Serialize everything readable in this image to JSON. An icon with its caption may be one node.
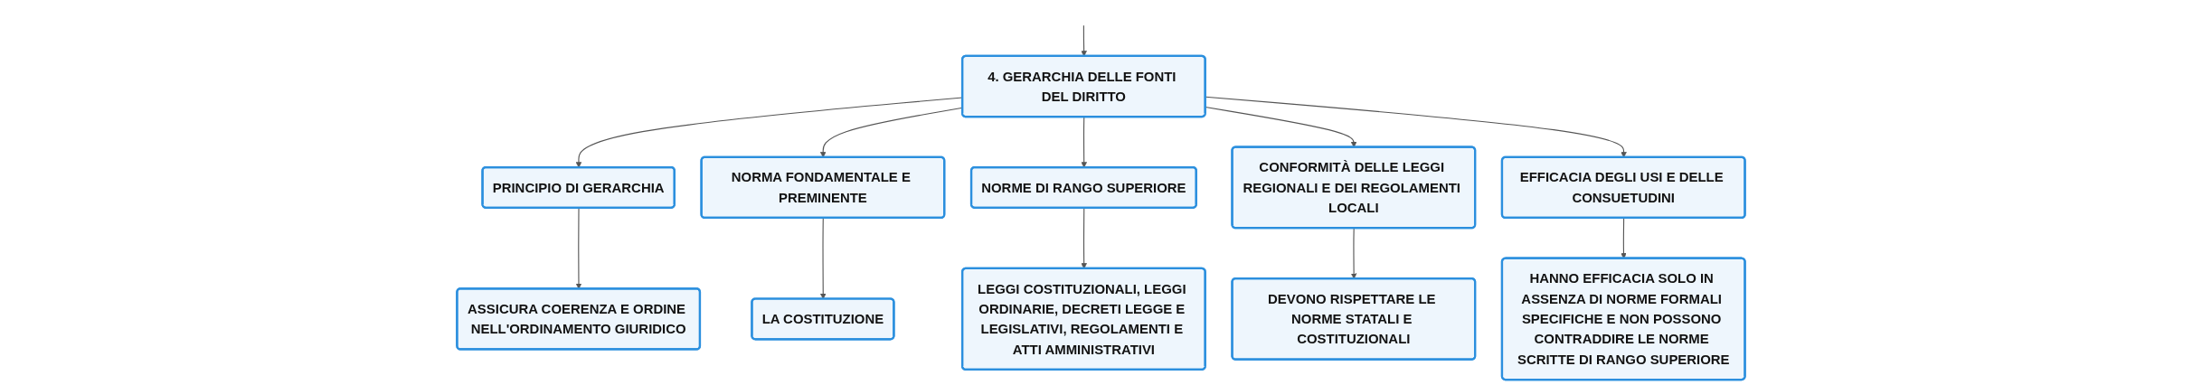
{
  "diagram": {
    "nodes": [
      {
        "text": [
          "4. GERARCHIA DELLE FONTI DEL DIRITTO"
        ]
      },
      {
        "text": [
          "PRINCIPIO DI GERARCHIA"
        ]
      },
      {
        "text": [
          "NORMA FONDAMENTALE E PREMINENTE"
        ]
      },
      {
        "text": [
          "NORME DI RANGO SUPERIORE"
        ]
      },
      {
        "text": [
          "CONFORMITÀ DELLE LEGGI REGIONALI E DEI REGOLAMENTI LOCALI"
        ]
      },
      {
        "text": [
          "EFFICACIA DEGLI USI E DELLE CONSUETUDINI"
        ]
      },
      {
        "text": [
          "ASSICURA COERENZA E ORDINE NELL'ORDINAMENTO GIURIDICO"
        ]
      },
      {
        "text": [
          "LA COSTITUZIONE"
        ]
      },
      {
        "text": [
          "LEGGI COSTITUZIONALI, LEGGI ORDINARIE, DECRETI LEGGE E LEGISLATIVI, REGOLAMENTI E ATTI AMMINISTRATIVI"
        ]
      },
      {
        "text": [
          "DEVONO RISPETTARE LE NORME STATALI E COSTITUZIONALI"
        ]
      },
      {
        "text": [
          "HANNO EFFICACIA SOLO IN ASSENZA DI NORME FORMALI SPECIFICHE E NON POSSONO CONTRADDIRE LE NORME SCRITTE DI RANGO SUPERIORE"
        ]
      }
    ],
    "edges": [
      {
        "from": null,
        "to": 0,
        "arrow": "to"
      },
      {
        "from": 0,
        "to": 1,
        "arrow": "to"
      },
      {
        "from": 0,
        "to": 2,
        "arrow": "to"
      },
      {
        "from": 0,
        "to": 3,
        "arrow": "to"
      },
      {
        "from": 0,
        "to": 4,
        "arrow": "to"
      },
      {
        "from": 0,
        "to": 5,
        "arrow": "to"
      },
      {
        "from": 1,
        "to": 6,
        "arrow": "to"
      },
      {
        "from": 2,
        "to": 7,
        "arrow": "to"
      },
      {
        "from": 3,
        "to": 8,
        "arrow": "to"
      },
      {
        "from": 4,
        "to": 9,
        "arrow": "to"
      },
      {
        "from": 5,
        "to": 10,
        "arrow": "to"
      }
    ]
  }
}
